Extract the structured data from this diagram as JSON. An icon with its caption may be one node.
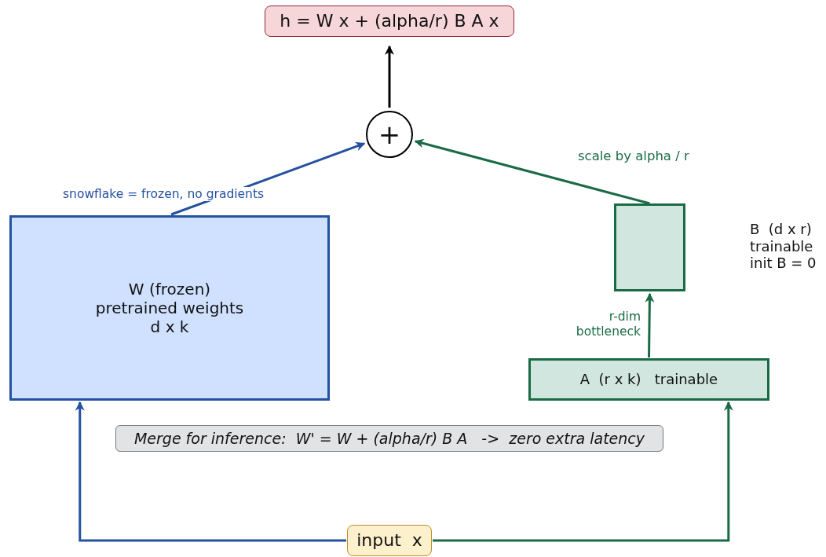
{
  "diagram": {
    "nodes": [
      {
        "text": [
          "h = W x + (alpha/r) B A x"
        ]
      },
      {
        "text": [
          "+"
        ]
      },
      {
        "text": [
          "W (frozen) pretrained weights d x k"
        ]
      },
      {
        "text": [],
        "shape": "box"
      },
      {
        "text": [
          "A  (r x k)   trainable"
        ]
      },
      {
        "text": [
          "input  x"
        ]
      },
      {
        "text": [
          "Merge for inference:  W' = W + (alpha/r) B A   ->  zero extra latency"
        ]
      }
    ],
    "edges": [
      {
        "from": 1,
        "to": 0,
        "arrow": "to",
        "color": "#000000"
      },
      {
        "from": 2,
        "to": 1,
        "arrow": "to",
        "color": "#2451a0"
      },
      {
        "from": 3,
        "to": 1,
        "arrow": "to",
        "label": "scale by alpha / r"
      },
      {
        "from": 4,
        "to": 3,
        "arrow": "to",
        "label": "r-dim bottleneck"
      },
      {
        "from": 5,
        "to": 2,
        "arrow": "to",
        "color": "#2451a0"
      },
      {
        "from": 5,
        "to": 4,
        "arrow": "to"
      }
    ],
    "labels": [
      "snowflake = frozen, no gradients",
      "B  (d x r) trainable init B = 0"
    ]
  }
}
